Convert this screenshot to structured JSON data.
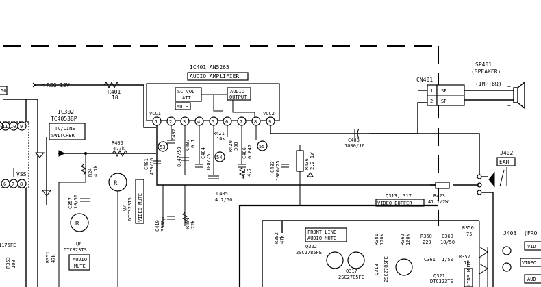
{
  "labels": {
    "ic401_title": "IC401 AN5265",
    "ic401_sub": "AUDIO AMPLIFIER",
    "sc_vol": "SC VOL",
    "att": "ATT",
    "mute": "MUTE",
    "audio_output_1": "AUDIO",
    "audio_output_2": "OUTPUT",
    "vcc1": "VCC1",
    "vcc2": "VCC2",
    "pins": [
      "1",
      "2",
      "3",
      "4",
      "5",
      "6",
      "7",
      "8",
      "9"
    ],
    "reg12v": "REG 12V",
    "r401": "R401",
    "r401_val": "10",
    "ic302": "IC302",
    "ic302_part": "TC4053BP",
    "tvline_1": "TV/LINE",
    "tvline_2": "SWITCHER",
    "ic302_pins_top": [
      "11",
      "10",
      "9"
    ],
    "ic302_pins_bottom": [
      "6",
      "7",
      "8"
    ],
    "pin_10": "10",
    "vss": "VSS",
    "r405": "R405",
    "r405_val": "4.7k",
    "r24": "R24",
    "r24_val": "4.7k",
    "q7": "Q7",
    "q7_part": "DTC323TS",
    "video_mute": "VIDEO MUTE",
    "c357": "C357",
    "c357_val": "10/50",
    "q6": "Q6",
    "q6_part": "DTC323TS",
    "audio_mute_1": "AUDIO",
    "audio_mute_2": "MUTE",
    "c401": "C401",
    "c401_val": "470/16",
    "c402": "C402",
    "c402_val": "0.47/50",
    "c407": "C407",
    "c407_val": "0.1",
    "c404": "C404",
    "c404_val": "100/25",
    "r421": "R421",
    "r421_val": "10k",
    "r420": "R420",
    "r420_val": "390",
    "c406": "C406",
    "c406_val": "0.047",
    "r422": "R422",
    "r422_val": "4.7",
    "c405": "C405",
    "c405_val": "4.7/50",
    "c403": "C403",
    "c403_val": "1000/25",
    "r436": "R436",
    "r436_val": "2.2 1W",
    "c408": "C408",
    "c408_val": "1000/16",
    "node_53": "53",
    "node_54": "54",
    "node_55": "55",
    "cn401": "CN401",
    "pin_1": "1",
    "pin_2": "2",
    "sp_a": "SP",
    "sp_b": "SP",
    "sp401": "SP401",
    "speaker": "(SPEAKER)",
    "imp": "(IMP:8Ω)",
    "plus": "+",
    "minus": "−",
    "j402": "J402",
    "ear": "EAR",
    "q313_317": "Q313, 317",
    "video_buffer": "VIDEO BUFFER",
    "r423": "R423",
    "r423_val": "47 1/2W",
    "c419": "C419",
    "c419_val": "3900p",
    "r404": "R404",
    "r404_val": "22k",
    "r382": "R382",
    "r382_val": "47k",
    "front_line_1": "FRONT LINE",
    "front_line_2": "AUDIO MUTE",
    "q322": "Q322",
    "q322_part": "2SC2785FE",
    "r381": "R381",
    "r381_val": "120k",
    "r362": "R362",
    "r362_val": "100k",
    "q317": "Q317",
    "q317_part": "2SC2785FE",
    "q313": "Q313",
    "q313_part": "2SC2785FE",
    "r360": "R360",
    "r360_val": "220",
    "c360": "C360",
    "c360_val": "10/50",
    "r356": "R356",
    "r356_val": "75",
    "c361": "C361",
    "c361_val": "1/50",
    "r357": "R357",
    "r357_val": "1k",
    "q321": "Q321",
    "q321_part": "DTC323TS",
    "line_mute": "LINE MUTE",
    "j403": "J403",
    "fro": "(FRO",
    "vid_1": "VID",
    "vid_2": "VIDEO",
    "aud": "AUD",
    "pin_50": "50",
    "left_part": "1175FE",
    "r353": "R353",
    "r353_val": "100",
    "r351": "R351",
    "r351_val": "47k"
  }
}
